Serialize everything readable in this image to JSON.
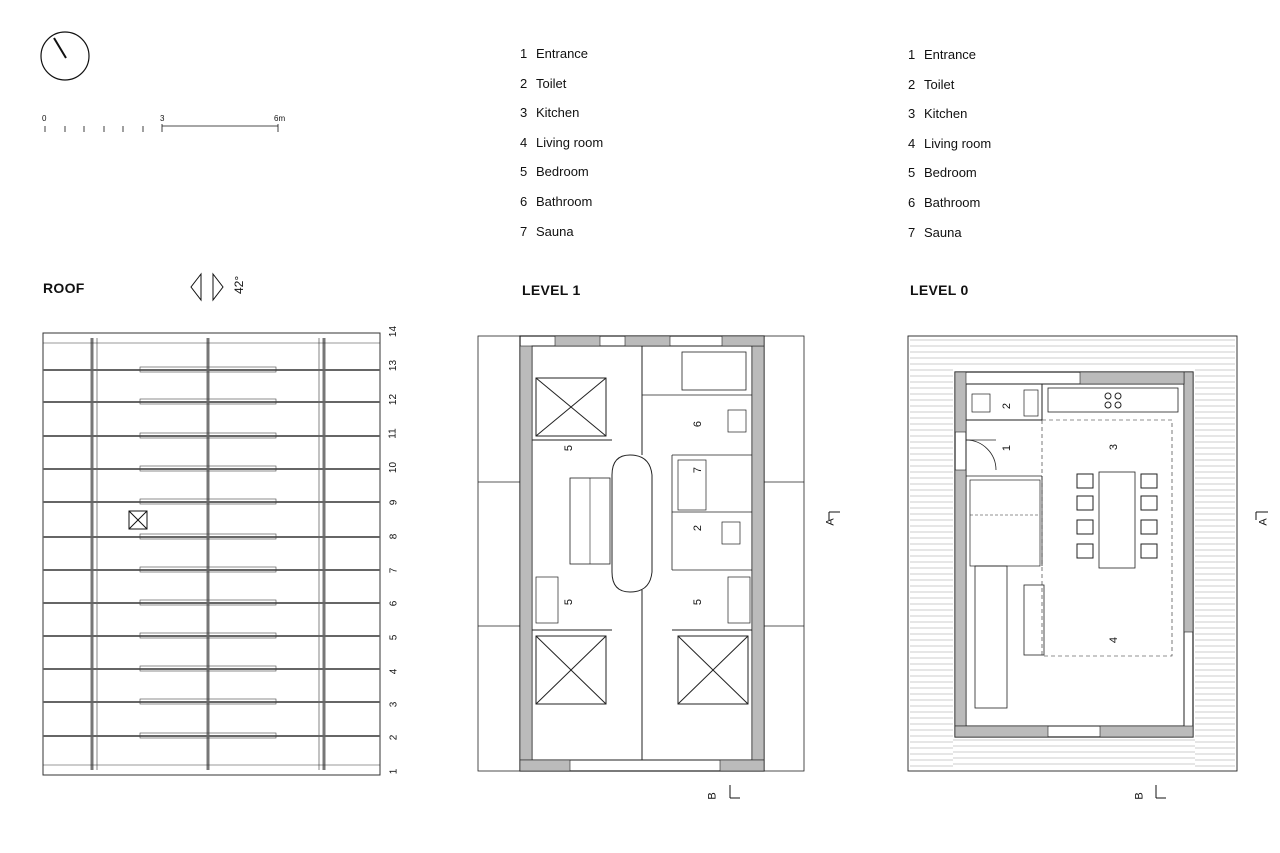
{
  "north_arrow_icon": "north-arrow-icon",
  "scale_bar": {
    "labels": [
      "0",
      "3",
      "6m"
    ]
  },
  "legend_level1": {
    "items": [
      {
        "num": "1",
        "label": "Entrance"
      },
      {
        "num": "2",
        "label": "Toilet"
      },
      {
        "num": "3",
        "label": "Kitchen"
      },
      {
        "num": "4",
        "label": "Living room"
      },
      {
        "num": "5",
        "label": "Bedroom"
      },
      {
        "num": "6",
        "label": "Bathroom"
      },
      {
        "num": "7",
        "label": "Sauna"
      }
    ]
  },
  "legend_level0": {
    "items": [
      {
        "num": "1",
        "label": "Entrance"
      },
      {
        "num": "2",
        "label": "Toilet"
      },
      {
        "num": "3",
        "label": "Kitchen"
      },
      {
        "num": "4",
        "label": "Living room"
      },
      {
        "num": "5",
        "label": "Bedroom"
      },
      {
        "num": "6",
        "label": "Bathroom"
      },
      {
        "num": "7",
        "label": "Sauna"
      }
    ]
  },
  "roof": {
    "title": "ROOF",
    "pitch": "42°",
    "grid_labels": [
      "14",
      "13",
      "12",
      "11",
      "10",
      "9",
      "8",
      "7",
      "6",
      "5",
      "4",
      "3",
      "2",
      "1"
    ]
  },
  "level1": {
    "title": "LEVEL 1",
    "room_labels": [
      "5",
      "6",
      "7",
      "2",
      "5",
      "5"
    ],
    "section_a": "A",
    "section_b": "B"
  },
  "level0": {
    "title": "LEVEL 0",
    "room_labels": [
      "2",
      "1",
      "3",
      "4"
    ],
    "section_a": "A",
    "section_b": "B"
  }
}
